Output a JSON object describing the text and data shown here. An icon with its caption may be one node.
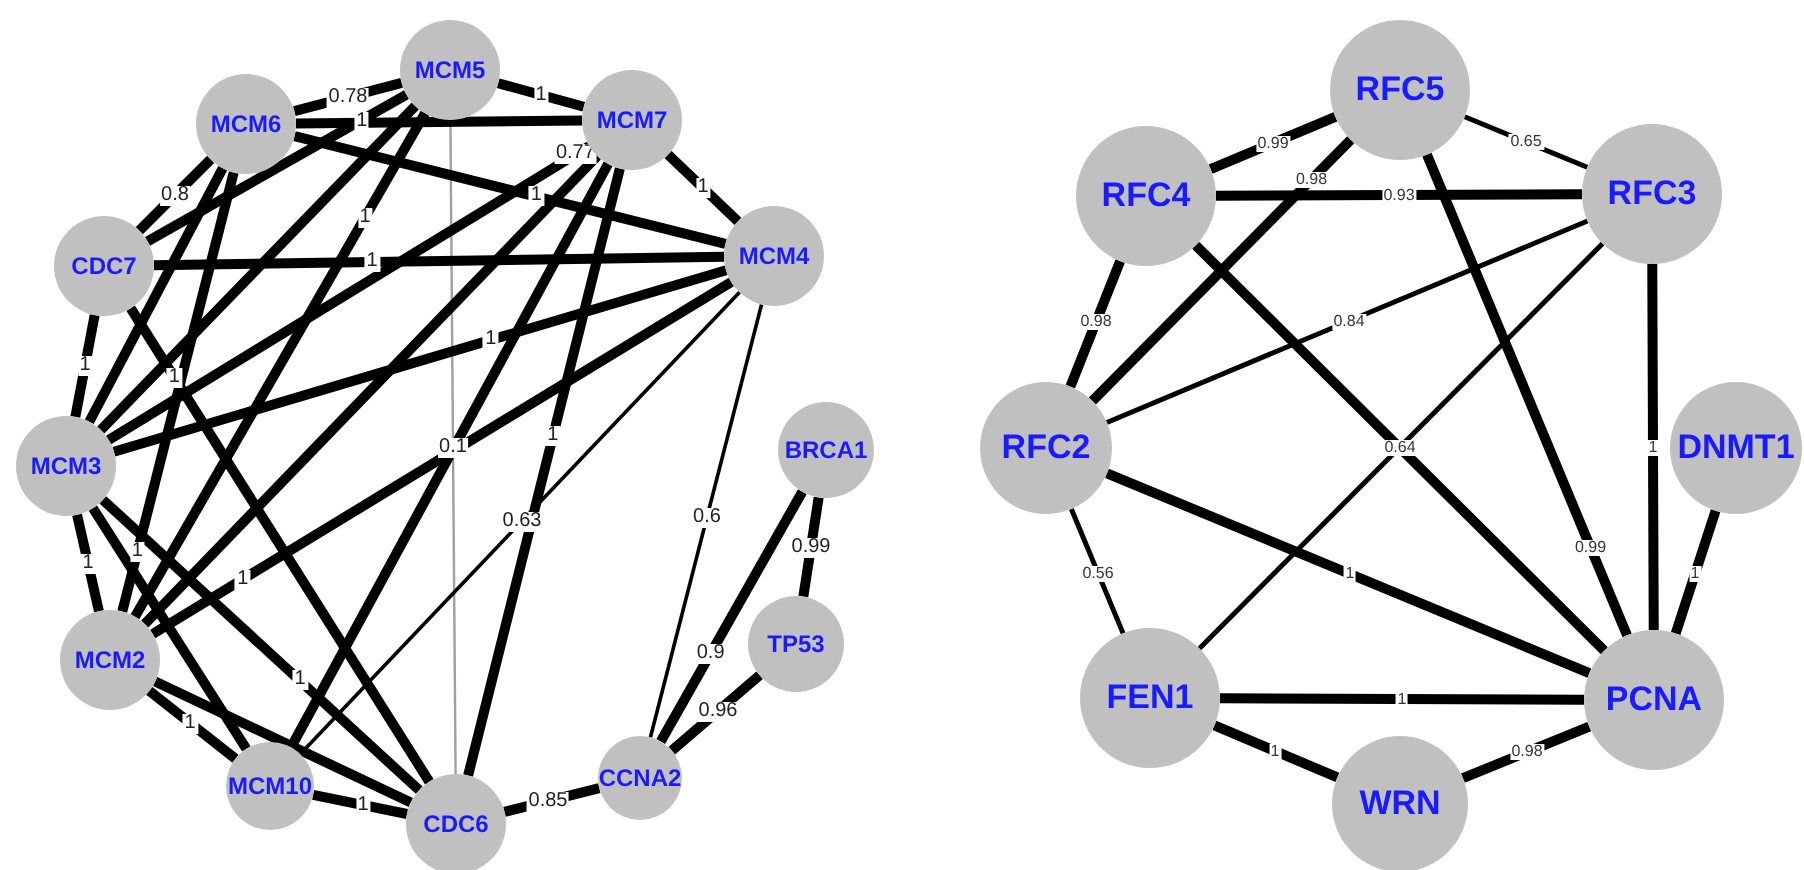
{
  "diagram": {
    "nodes": [
      {
        "text": [
          "MCM5"
        ]
      },
      {
        "text": [
          "MCM6"
        ]
      },
      {
        "text": [
          "MCM7"
        ]
      },
      {
        "text": [
          "CDC7"
        ]
      },
      {
        "text": [
          "MCM4"
        ]
      },
      {
        "text": [
          "MCM3"
        ]
      },
      {
        "text": [
          "MCM2"
        ]
      },
      {
        "text": [
          "MCM10"
        ]
      },
      {
        "text": [
          "CDC6"
        ]
      },
      {
        "text": [
          "CCNA2"
        ]
      },
      {
        "text": [
          "BRCA1"
        ]
      },
      {
        "text": [
          "TP53"
        ]
      },
      {
        "text": [
          "RFC5"
        ]
      },
      {
        "text": [
          "RFC4"
        ]
      },
      {
        "text": [
          "RFC3"
        ]
      },
      {
        "text": [
          "RFC2"
        ]
      },
      {
        "text": [
          "DNMT1"
        ]
      },
      {
        "text": [
          "FEN1"
        ]
      },
      {
        "text": [
          "PCNA"
        ]
      },
      {
        "text": [
          "WRN"
        ]
      }
    ],
    "edges": [
      {
        "from": 1,
        "to": 0,
        "arrow": "none",
        "label": "0.78"
      },
      {
        "from": 0,
        "to": 2,
        "arrow": "none",
        "label": "1"
      },
      {
        "from": 2,
        "to": 4,
        "arrow": "none",
        "label": "1"
      },
      {
        "from": 1,
        "to": 3,
        "arrow": "none",
        "label": "0.8"
      },
      {
        "from": 3,
        "to": 5,
        "arrow": "none",
        "label": "1"
      },
      {
        "from": 5,
        "to": 6,
        "arrow": "none",
        "label": "1"
      },
      {
        "from": 6,
        "to": 7,
        "arrow": "none",
        "label": "1"
      },
      {
        "from": 7,
        "to": 8,
        "arrow": "none",
        "label": "1"
      },
      {
        "from": 8,
        "to": 9,
        "arrow": "none",
        "label": "0.85"
      },
      {
        "from": 9,
        "to": 11,
        "arrow": "none",
        "label": "0.96"
      },
      {
        "from": 9,
        "to": 10,
        "arrow": "none",
        "label": "0.9"
      },
      {
        "from": 10,
        "to": 11,
        "arrow": "none",
        "label": "0.99"
      },
      {
        "from": 4,
        "to": 9,
        "arrow": "none",
        "label": "0.6"
      },
      {
        "from": 0,
        "to": 8,
        "arrow": "none",
        "label": "0.1",
        "color": "#a0a0a0"
      },
      {
        "from": 7,
        "to": 4,
        "arrow": "none",
        "label": "0.63"
      },
      {
        "from": 1,
        "to": 2,
        "arrow": "none",
        "label": "1"
      },
      {
        "from": 1,
        "to": 4,
        "arrow": "none",
        "label": "1"
      },
      {
        "from": 3,
        "to": 4,
        "arrow": "none",
        "label": "1"
      },
      {
        "from": 5,
        "to": 4,
        "arrow": "none",
        "label": "1"
      },
      {
        "from": 6,
        "to": 4,
        "arrow": "none",
        "label": "1"
      },
      {
        "from": 5,
        "to": 2,
        "arrow": "none",
        "label": "0.77"
      },
      {
        "from": 6,
        "to": 0,
        "arrow": "none",
        "label": "1"
      },
      {
        "from": 6,
        "to": 2,
        "arrow": "none"
      },
      {
        "from": 6,
        "to": 1,
        "arrow": "none",
        "label": "1"
      },
      {
        "from": 7,
        "to": 2,
        "arrow": "none"
      },
      {
        "from": 8,
        "to": 2,
        "arrow": "none",
        "label": "1"
      },
      {
        "from": 8,
        "to": 5,
        "arrow": "none",
        "label": "1"
      },
      {
        "from": 8,
        "to": 6,
        "arrow": "none"
      },
      {
        "from": 7,
        "to": 5,
        "arrow": "none"
      },
      {
        "from": 3,
        "to": 0,
        "arrow": "none"
      },
      {
        "from": 3,
        "to": 8,
        "arrow": "none",
        "label": "1"
      },
      {
        "from": 5,
        "to": 1,
        "arrow": "none"
      },
      {
        "from": 5,
        "to": 0,
        "arrow": "none"
      },
      {
        "from": 13,
        "to": 12,
        "arrow": "none",
        "label": "0.99"
      },
      {
        "from": 12,
        "to": 14,
        "arrow": "none",
        "label": "0.65"
      },
      {
        "from": 13,
        "to": 14,
        "arrow": "none",
        "label": "0.93"
      },
      {
        "from": 13,
        "to": 15,
        "arrow": "none",
        "label": "0.98"
      },
      {
        "from": 12,
        "to": 15,
        "arrow": "none",
        "label": "0.98"
      },
      {
        "from": 15,
        "to": 14,
        "arrow": "none",
        "label": "0.84"
      },
      {
        "from": 13,
        "to": 18,
        "arrow": "none",
        "label": "0.64"
      },
      {
        "from": 17,
        "to": 14,
        "arrow": "none"
      },
      {
        "from": 12,
        "to": 18,
        "arrow": "none",
        "label": "0.99"
      },
      {
        "from": 14,
        "to": 18,
        "arrow": "none",
        "label": "1"
      },
      {
        "from": 16,
        "to": 18,
        "arrow": "none",
        "label": "1"
      },
      {
        "from": 15,
        "to": 18,
        "arrow": "none",
        "label": "1"
      },
      {
        "from": 15,
        "to": 17,
        "arrow": "none",
        "label": "0.56"
      },
      {
        "from": 17,
        "to": 18,
        "arrow": "none",
        "label": "1"
      },
      {
        "from": 17,
        "to": 19,
        "arrow": "none",
        "label": "1"
      },
      {
        "from": 19,
        "to": 18,
        "arrow": "none",
        "label": "0.98"
      }
    ]
  }
}
